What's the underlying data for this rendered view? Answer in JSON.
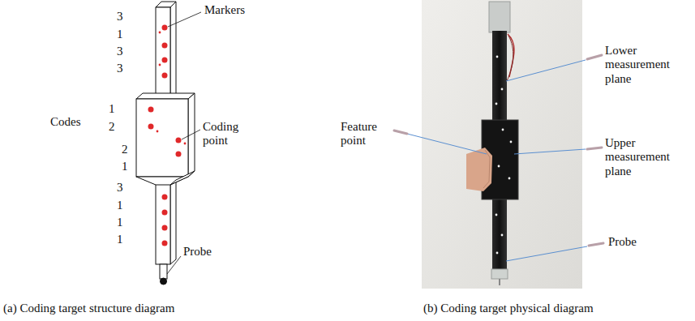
{
  "diagram": {
    "labels": [
      "Codes",
      "3",
      "1",
      "3",
      "3",
      "1",
      "2",
      "2",
      "1",
      "3",
      "1",
      "1",
      "1",
      "Markers",
      "Coding point",
      "Probe",
      "(a) Coding target structure diagram",
      "Lower measurement plane",
      "Feature point",
      "Upper measurement plane",
      "Probe",
      "(b) Coding target physical diagram"
    ]
  }
}
